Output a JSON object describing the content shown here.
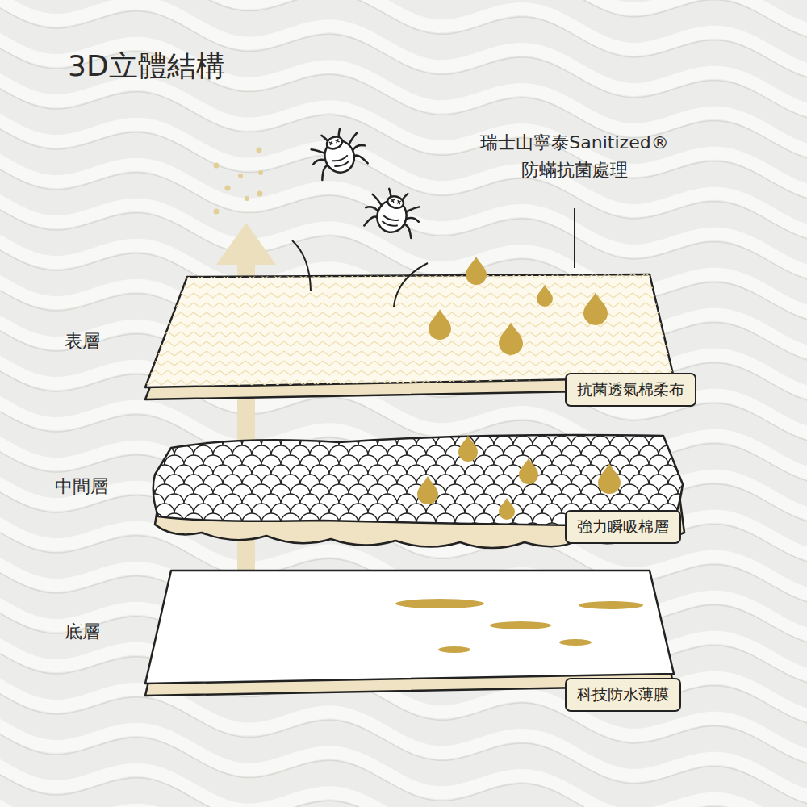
{
  "diagram": {
    "title": "3D立體結構",
    "nodes": [
      {
        "text": [
          "抗菌透氣棉柔布"
        ]
      },
      {
        "text": [
          "強力瞬吸棉層"
        ]
      },
      {
        "text": [
          "科技防水薄膜"
        ]
      }
    ],
    "labels": [
      "瑞士山寧泰Sanitized® 防蟎抗菌處理",
      "表層",
      "中間層",
      "底層"
    ]
  }
}
